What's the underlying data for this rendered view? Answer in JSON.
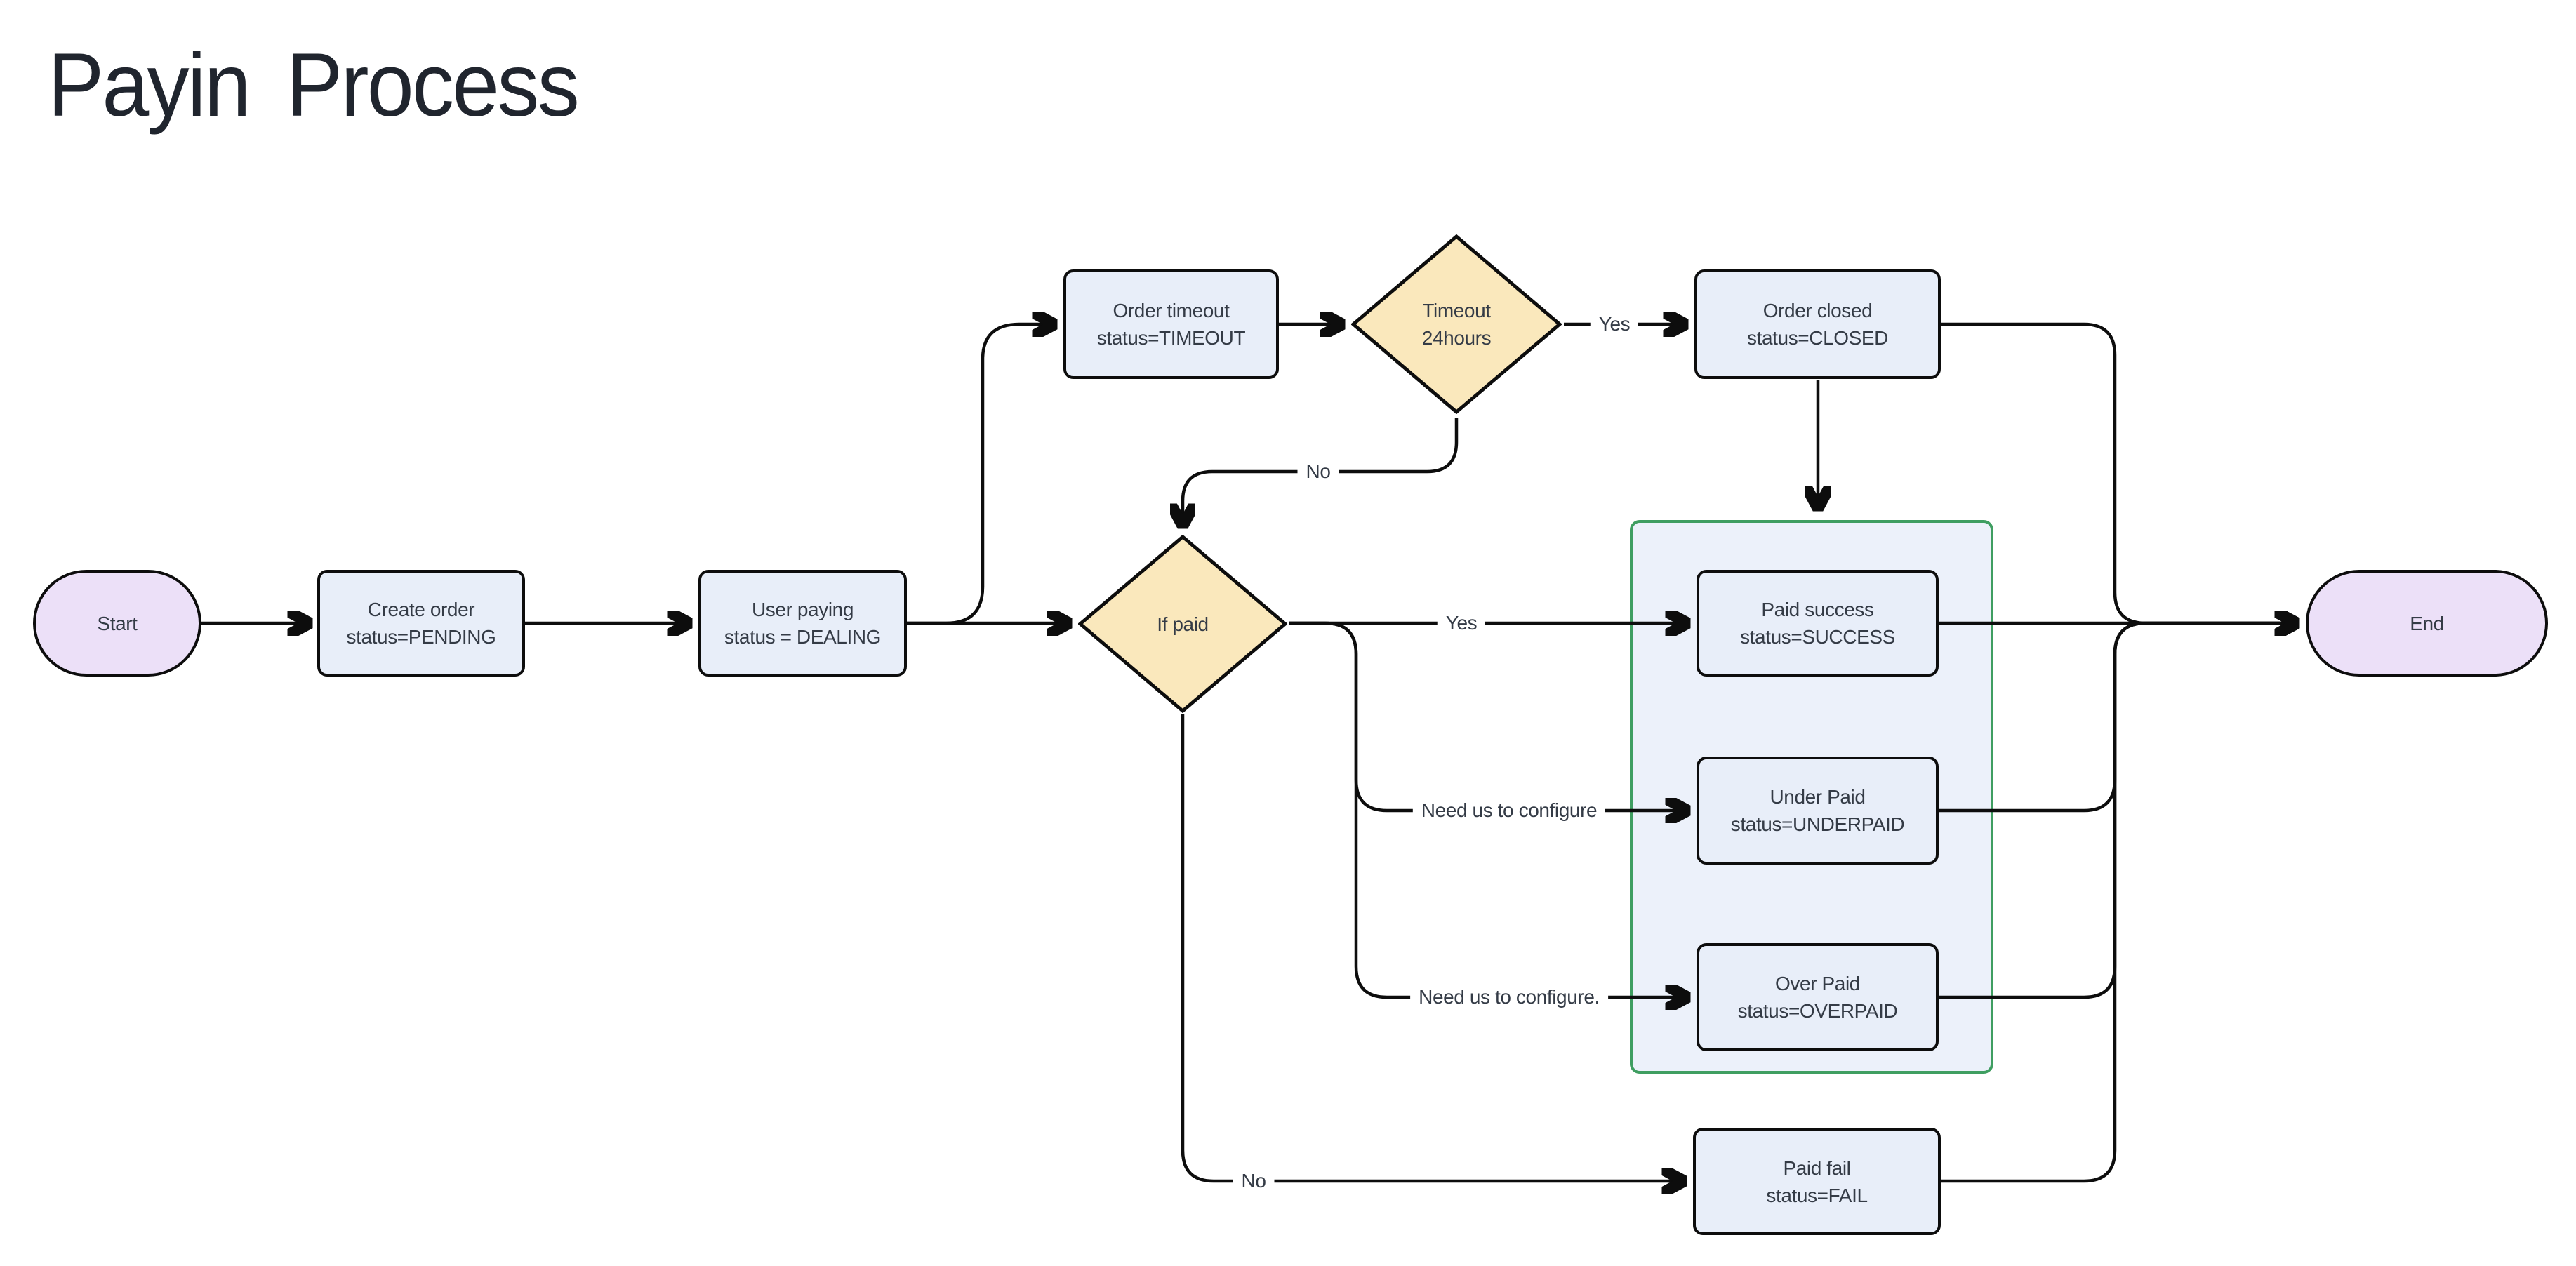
{
  "title": "Payin Process",
  "colors": {
    "edge_color": "#0d0d0d",
    "node_fill": "#e8eef9",
    "node_border": "#0d0d0d",
    "decision_fill": "#fae8bc",
    "terminal_fill": "#ece0f8",
    "group_fill": "#ecf1fa",
    "group_border": "#3f9e61",
    "text_color": "#343b46",
    "title_color": "#20252e",
    "label_bg": "#ffffff"
  },
  "nodes": {
    "start": {
      "label": "Start"
    },
    "create_order": {
      "line1": "Create order",
      "line2": "status=PENDING"
    },
    "user_paying": {
      "line1": "User paying",
      "line2": "status = DEALING"
    },
    "order_timeout": {
      "line1": "Order timeout",
      "line2": "status=TIMEOUT"
    },
    "timeout_decision": {
      "line1": "Timeout",
      "line2": "24hours"
    },
    "order_closed": {
      "line1": "Order closed",
      "line2": "status=CLOSED"
    },
    "if_paid": {
      "label": "If paid"
    },
    "paid_success": {
      "line1": "Paid success",
      "line2": "status=SUCCESS"
    },
    "under_paid": {
      "line1": "Under Paid",
      "line2": "status=UNDERPAID"
    },
    "over_paid": {
      "line1": "Over Paid",
      "line2": "status=OVERPAID"
    },
    "paid_fail": {
      "line1": "Paid fail",
      "line2": "status=FAIL"
    },
    "end": {
      "label": "End"
    }
  },
  "edge_labels": {
    "timeout_yes": "Yes",
    "timeout_no": "No",
    "if_paid_yes": "Yes",
    "if_paid_underpaid": "Need us to configure",
    "if_paid_overpaid": "Need us to configure.",
    "if_paid_no": "No"
  }
}
